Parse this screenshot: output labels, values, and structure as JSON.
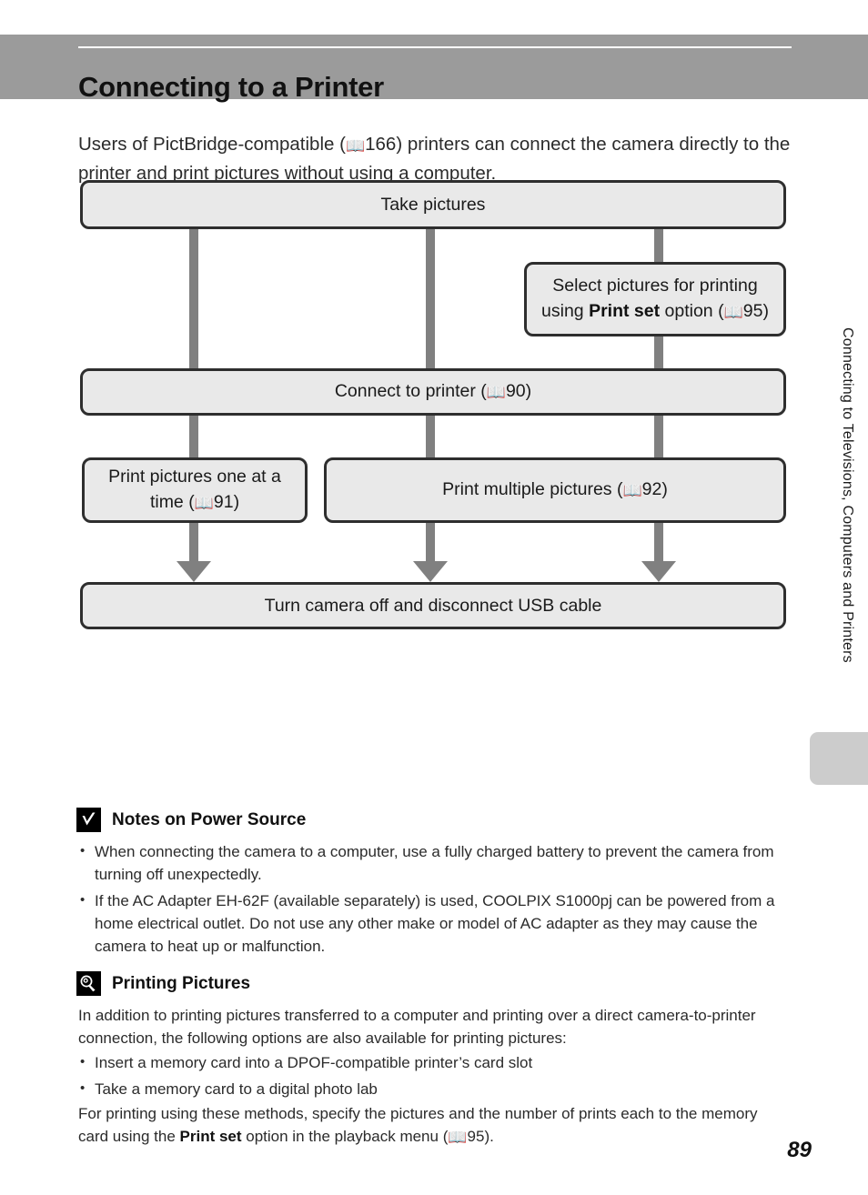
{
  "header": {
    "title": "Connecting to a Printer"
  },
  "intro": {
    "text_before": "Users of PictBridge-compatible (",
    "ref_icon": "book-icon",
    "ref_page": "166",
    "text_after": ") printers can connect the camera directly to the printer and print pictures without using a computer."
  },
  "flowchart": {
    "boxes": [
      {
        "id": "take",
        "label": "Take pictures"
      },
      {
        "id": "select",
        "line1": "Select pictures for printing",
        "line2_pre": "using ",
        "line2_bold": "Print set",
        "line2_post": " option (",
        "ref_page": "95",
        "line2_end": ")"
      },
      {
        "id": "connect",
        "label_pre": "Connect to printer (",
        "ref_page": "90",
        "label_post": ")"
      },
      {
        "id": "one",
        "label_pre": "Print pictures one at a time (",
        "ref_page": "91",
        "label_post": ")"
      },
      {
        "id": "multiple",
        "label_pre": "Print multiple pictures (",
        "ref_page": "92",
        "label_post": ")"
      },
      {
        "id": "turnoff",
        "label": "Turn camera off and disconnect USB cable"
      }
    ]
  },
  "running_head": {
    "text": "Connecting to Televisions, Computers and Printers"
  },
  "notes_power": {
    "icon": "caution-check-icon",
    "heading": "Notes on Power Source",
    "bullets": [
      "When connecting the camera to a computer, use a fully charged battery to prevent the camera from turning off unexpectedly.",
      "If the AC Adapter EH-62F (available separately) is used, COOLPIX S1000pj can be powered from a home electrical outlet. Do not use any other make or model of AC adapter as they may cause the camera to heat up or malfunction."
    ]
  },
  "printing_pictures": {
    "icon": "lightbulb-tip-icon",
    "heading": "Printing Pictures",
    "intro": "In addition to printing pictures transferred to a computer and printing over a direct camera-to-printer connection, the following options are also available for printing pictures:",
    "bullets": [
      "Insert a memory card into a DPOF-compatible printer’s card slot",
      "Take a memory card to a digital photo lab"
    ],
    "outro_pre": "For printing using these methods, specify the pictures and the number of prints each to the memory card using the ",
    "outro_bold": "Print set",
    "outro_mid": " option in the playback menu (",
    "outro_ref": "95",
    "outro_post": ")."
  },
  "footer": {
    "page_number": "89"
  },
  "colors": {
    "header_band": "#9b9b9b",
    "box_fill": "#e9e9e9",
    "box_border": "#2e2e2e",
    "connector": "#808080",
    "tab": "#cccccc"
  }
}
